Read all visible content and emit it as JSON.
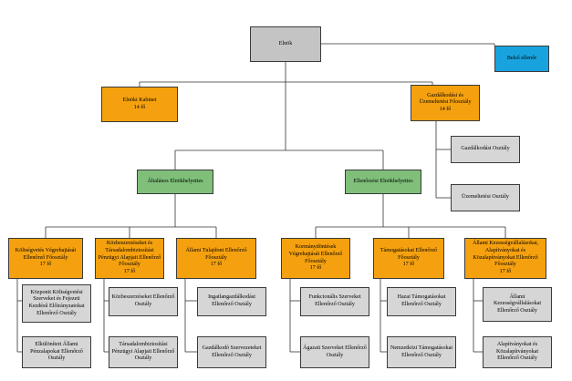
{
  "root": {
    "label": "Elnök"
  },
  "side": {
    "label": "Belső ellenőr"
  },
  "kabinet": {
    "label": "Elnöki Kabinet",
    "count": "14 fő"
  },
  "gazd": {
    "label": "Gazdálkodási és Üzemeltetési Főosztály",
    "count": "14 fő",
    "children": [
      "Gazdálkodási Osztály",
      "Üzemeltetési Osztály"
    ]
  },
  "vp1": {
    "label": "Általános Elnökhelyettes"
  },
  "vp2": {
    "label": "Ellenőrzési Elnökhelyettes"
  },
  "depts": [
    {
      "label": "Költségvetés Végrehajtását Ellenőrző Főosztály",
      "count": "17 fő",
      "children": [
        "Központi Költségvetési Szerveket és Fejezeti Kezdésű Előirányzatokat Ellenőrző Osztály",
        "Elkülönített Állami Pénzalapokat Ellenőrző Osztály"
      ]
    },
    {
      "label": "Közbeszerzéseket és Társadalombiztosítási Pénzügyi Alapjait Ellenőrző Főosztály",
      "count": "17 fő",
      "children": [
        "Közbeszerzéseket Ellenőrző Osztály",
        "Társadalombiztosítási Pénzügyi Alapjait Ellenőrző Osztály"
      ]
    },
    {
      "label": "Állami Tulajdont Ellenőrző Főosztály",
      "count": "17 fő",
      "children": [
        "Ingatlangazdálkodást Ellenőrző Osztály",
        "Gazdálkodó Szervezeteket Ellenőrző Osztály"
      ]
    },
    {
      "label": "Kormánydöntések Végrehajtását Ellenőrző Főosztály",
      "count": "17 fő",
      "children": [
        "Funkcionális Szerveket Ellenőrző Osztály",
        "Ágazati Szerveket Ellenőrző Osztály"
      ]
    },
    {
      "label": "Támogatásokat Ellenőrző Főosztály",
      "count": "17 fő",
      "children": [
        "Hazai Támogatásokat Ellenőrző Osztály",
        "Nemzetközi Támogatásokat Ellenőrző Osztály"
      ]
    },
    {
      "label": "Állami Kezességvállalásokat, Alapítványokat és Közalapítványokat Ellenőrző Főosztály",
      "count": "17 fő",
      "children": [
        "Állami Kezességvállalásokat Ellenőrző Osztály",
        "Alapítványokat és Közalapítványokat Ellenőrző Osztály"
      ]
    }
  ]
}
